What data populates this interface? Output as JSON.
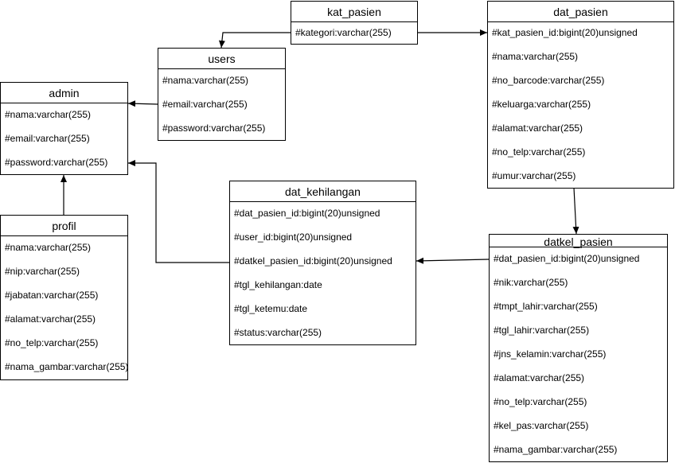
{
  "entities": {
    "kat_pasien": {
      "title": "kat_pasien",
      "fields": [
        "#kategori:varchar(255)"
      ]
    },
    "users": {
      "title": "users",
      "fields": [
        "#nama:varchar(255)",
        "#email:varchar(255)",
        "#password:varchar(255)"
      ]
    },
    "admin": {
      "title": "admin",
      "fields": [
        "#nama:varchar(255)",
        "#email:varchar(255)",
        "#password:varchar(255)"
      ]
    },
    "dat_pasien": {
      "title": "dat_pasien",
      "fields": [
        "#kat_pasien_id:bigint(20)unsigned",
        "#nama:varchar(255)",
        "#no_barcode:varchar(255)",
        "#keluarga:varchar(255)",
        "#alamat:varchar(255)",
        "#no_telp:varchar(255)",
        "#umur:varchar(255)"
      ]
    },
    "dat_kehilangan": {
      "title": "dat_kehilangan",
      "fields": [
        "#dat_pasien_id:bigint(20)unsigned",
        "#user_id:bigint(20)unsigned",
        "#datkel_pasien_id:bigint(20)unsigned",
        "#tgl_kehilangan:date",
        "#tgl_ketemu:date",
        "#status:varchar(255)"
      ]
    },
    "profil": {
      "title": "profil",
      "fields": [
        "#nama:varchar(255)",
        "#nip:varchar(255)",
        "#jabatan:varchar(255)",
        "#alamat:varchar(255)",
        "#no_telp:varchar(255)",
        "#nama_gambar:varchar(255)"
      ]
    },
    "datkel_pasien": {
      "title": "datkel_pasien",
      "fields": [
        "#dat_pasien_id:bigint(20)unsigned",
        "#nik:varchar(255)",
        "#tmpt_lahir:varchar(255)",
        "#tgl_lahir:varchar(255)",
        "#jns_kelamin:varchar(255)",
        "#alamat:varchar(255)",
        "#no_telp:varchar(255)",
        "#kel_pas:varchar(255)",
        "#nama_gambar:varchar(255)"
      ]
    }
  },
  "relations": [
    {
      "from": "kat_pasien",
      "to": "users"
    },
    {
      "from": "kat_pasien",
      "to": "dat_pasien"
    },
    {
      "from": "users",
      "to": "admin"
    },
    {
      "from": "profil",
      "to": "admin"
    },
    {
      "from": "dat_kehilangan",
      "to": "admin"
    },
    {
      "from": "dat_pasien",
      "to": "datkel_pasien"
    },
    {
      "from": "datkel_pasien",
      "to": "dat_kehilangan"
    }
  ],
  "colors": {
    "line": "#000000",
    "box_border": "#000000",
    "background": "#ffffff"
  }
}
